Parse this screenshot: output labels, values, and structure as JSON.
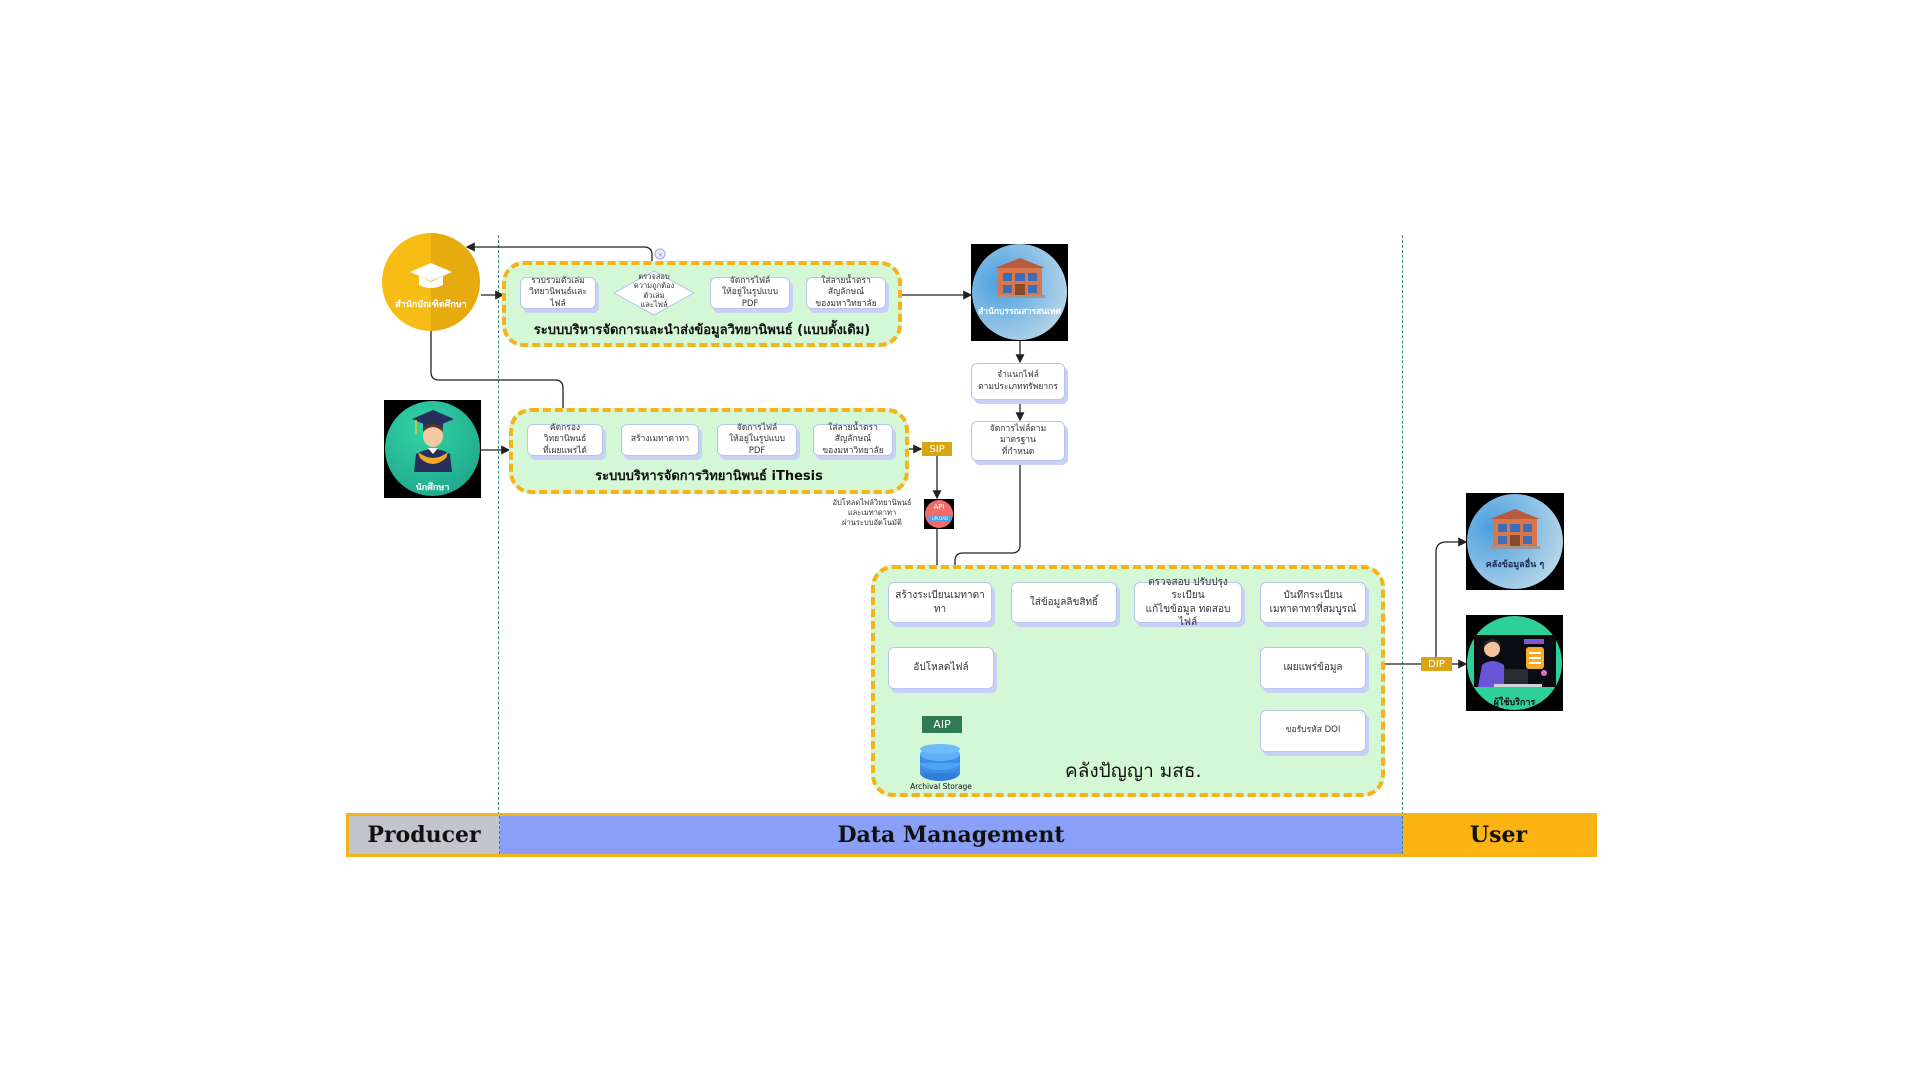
{
  "actors": {
    "graduate_school": "สำนักบัณฑิตศึกษา",
    "student": "นักศึกษา",
    "library": "สำนักบรรณสารสนเทศ",
    "other_repos": "คลังข้อมูลอื่น ๆ",
    "service_user": "ผู้ใช้บริการ"
  },
  "traditional_system": {
    "title": "ระบบบริหารจัดการและนำส่งข้อมูลวิทยานิพนธ์ (แบบดั้งเดิม)",
    "steps": [
      "รวบรวมตัวเล่ม\nวิทยานิพนธ์และไฟล์",
      "ตรวจสอบ\nความถูกต้อง\nตัวเล่ม\nและไฟล์",
      "จัดการไฟล์\nให้อยู่ในรูปแบบ PDF",
      "ใส่ลายน้ำตราสัญลักษณ์\nของมหาวิทยาลัย"
    ]
  },
  "ithesis_system": {
    "title": "ระบบบริหารจัดการวิทยานิพนธ์ iThesis",
    "steps": [
      "คัดกรองวิทยานิพนธ์\nที่เผยแพร่ได้",
      "สร้างเมทาดาทา",
      "จัดการไฟล์\nให้อยู่ในรูปแบบ PDF",
      "ใส่ลายน้ำตราสัญลักษณ์\nของมหาวิทยาลัย"
    ]
  },
  "library_steps": [
    "จำแนกไฟล์\nตามประเภททรัพยากร",
    "จัดการไฟล์ตามมาตรฐาน\nที่กำหนด"
  ],
  "packages": {
    "sip": "SIP",
    "aip": "AIP",
    "dip": "DIP",
    "api": "API",
    "upload": "UPLOAD"
  },
  "api_note": "อัปโหลดไฟล์วิทยานิพนธ์\nและเมทาดาทา\nผ่านระบบอัตโนมัติ",
  "repository": {
    "title": "คลังปัญญา มสธ.",
    "steps": {
      "create_metadata_record": "สร้างระเบียนเมทาดาทา",
      "rights_info": "ใส่ข้อมูลลิขสิทธิ์",
      "review": "ตรวจสอบ ปรับปรุงระเบียน\nแก้ไขข้อมูล ทดสอบไฟล์",
      "save_record": "บันทึกระเบียน\nเมทาดาทาที่สมบูรณ์",
      "upload_file": "อัปโหลดไฟล์",
      "publish": "เผยแพร่ข้อมูล",
      "doi": "ขอรับรหัส DOI"
    },
    "storage_label": "Archival Storage"
  },
  "lanes": {
    "producer": "Producer",
    "data_management": "Data Management",
    "user": "User"
  },
  "colors": {
    "group_border": "#f5b31a",
    "group_fill": "#d4f7d6",
    "producer_lane": "#c4c4cc",
    "dm_lane": "#8a9ff7",
    "user_lane": "#fbb411",
    "sip_dip": "#d9a514",
    "aip": "#2f7a52"
  }
}
